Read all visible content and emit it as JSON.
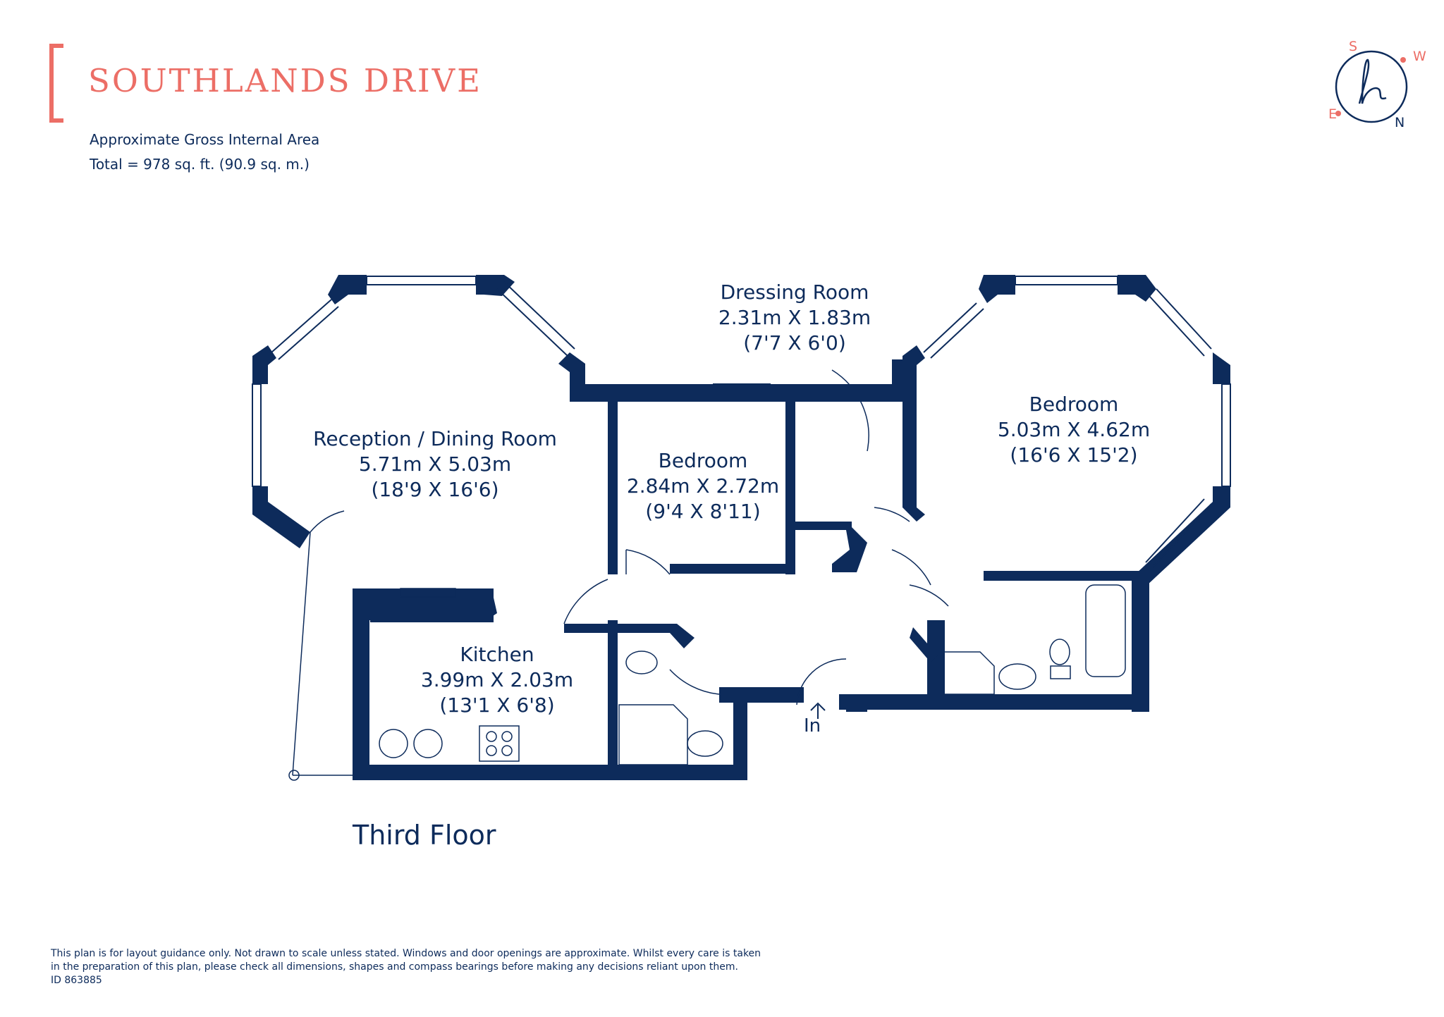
{
  "header": {
    "title": "SOUTHLANDS DRIVE",
    "area_label": "Approximate Gross Internal Area",
    "area_total": "Total  =  978 sq. ft. (90.9 sq. m.)"
  },
  "compass": {
    "s": "S",
    "w": "W",
    "e": "E",
    "n": "N"
  },
  "rooms": {
    "reception": {
      "name": "Reception / Dining Room",
      "metric": "5.71m X 5.03m",
      "imperial": "(18'9 X 16'6)"
    },
    "bedroom_small": {
      "name": "Bedroom",
      "metric": "2.84m X 2.72m",
      "imperial": "(9'4 X 8'11)"
    },
    "dressing": {
      "name": "Dressing Room",
      "metric": "2.31m X 1.83m",
      "imperial": "(7'7 X 6'0)"
    },
    "bedroom_large": {
      "name": "Bedroom",
      "metric": "5.03m X 4.62m",
      "imperial": "(16'6 X 15'2)"
    },
    "kitchen": {
      "name": "Kitchen",
      "metric": "3.99m X 2.03m",
      "imperial": "(13'1 X 6'8)"
    }
  },
  "entrance_label": "In",
  "floor_label": "Third Floor",
  "disclaimer": {
    "line1": "This plan is for layout guidance only. Not drawn to scale unless stated. Windows and door openings are approximate. Whilst every care is taken",
    "line2": "in the preparation of this plan, please check all dimensions, shapes and compass bearings before making any decisions reliant upon them.",
    "line3": "ID 863885"
  },
  "colors": {
    "wall": "#0d2b5b",
    "accent": "#ec6e66",
    "background": "#ffffff"
  }
}
